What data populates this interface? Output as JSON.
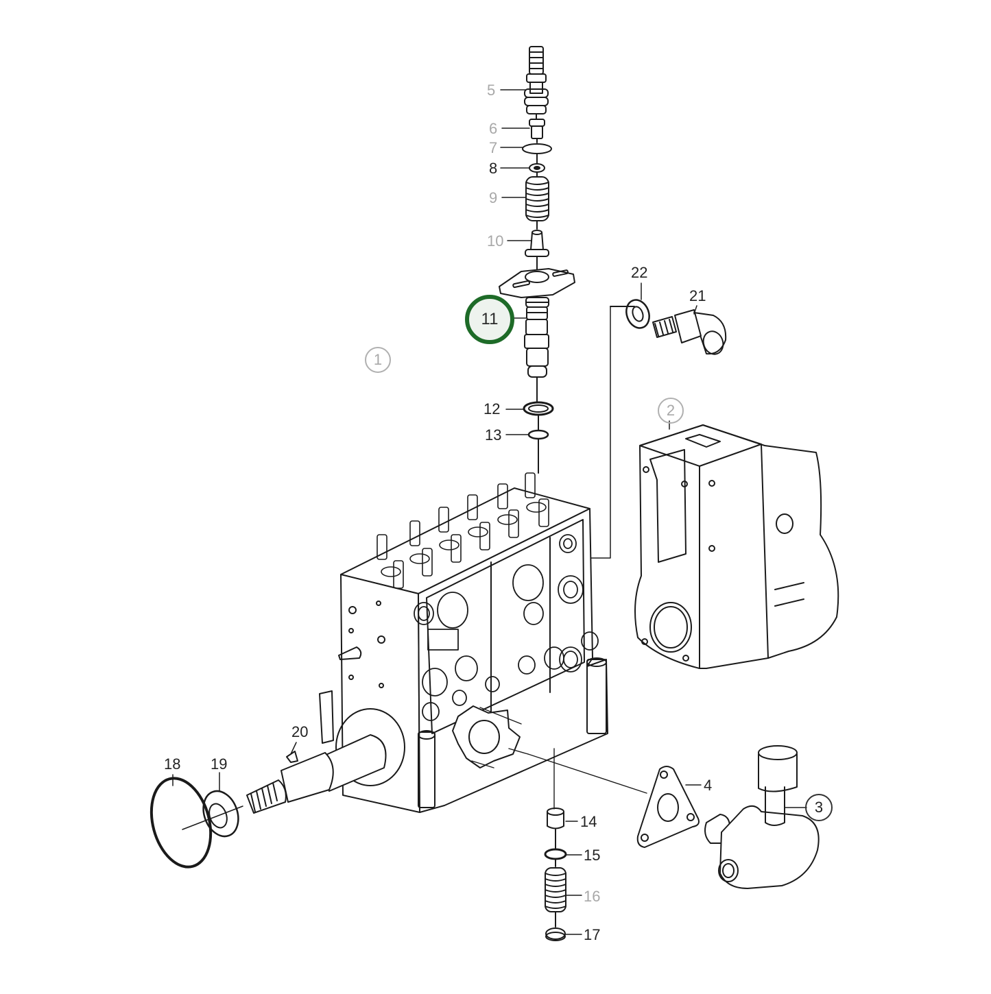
{
  "diagram": {
    "title": "Fuel injection pump exploded view",
    "highlight_color": "#1e6b28",
    "highlight_fill": "#eef3ee",
    "highlighted_callout": "11",
    "callouts": [
      {
        "id": "1",
        "label": "1",
        "style": "circled-gray",
        "part": "injection-pump-housing"
      },
      {
        "id": "2",
        "label": "2",
        "style": "circled-gray",
        "part": "governor-housing"
      },
      {
        "id": "3",
        "label": "3",
        "style": "circled-black",
        "part": "feed-pump-assembly"
      },
      {
        "id": "4",
        "label": "4",
        "style": "black",
        "part": "gasket"
      },
      {
        "id": "5",
        "label": "5",
        "style": "gray",
        "part": "delivery-valve-holder"
      },
      {
        "id": "6",
        "label": "6",
        "style": "gray",
        "part": "filler-piece"
      },
      {
        "id": "7",
        "label": "7",
        "style": "gray",
        "part": "o-ring"
      },
      {
        "id": "8",
        "label": "8",
        "style": "black",
        "part": "volume-reducer"
      },
      {
        "id": "9",
        "label": "9",
        "style": "gray",
        "part": "delivery-valve-spring"
      },
      {
        "id": "10",
        "label": "10",
        "style": "gray",
        "part": "delivery-valve"
      },
      {
        "id": "11",
        "label": "11",
        "style": "highlighted",
        "part": "pump-element-flange"
      },
      {
        "id": "12",
        "label": "12",
        "style": "black",
        "part": "sealing-washer"
      },
      {
        "id": "13",
        "label": "13",
        "style": "black",
        "part": "o-ring"
      },
      {
        "id": "14",
        "label": "14",
        "style": "black",
        "part": "tappet-cap"
      },
      {
        "id": "15",
        "label": "15",
        "style": "black",
        "part": "spring-seat"
      },
      {
        "id": "16",
        "label": "16",
        "style": "gray",
        "part": "plunger-spring"
      },
      {
        "id": "17",
        "label": "17",
        "style": "black",
        "part": "lower-spring-seat"
      },
      {
        "id": "18",
        "label": "18",
        "style": "black",
        "part": "o-ring-large"
      },
      {
        "id": "19",
        "label": "19",
        "style": "black",
        "part": "shaft-seal"
      },
      {
        "id": "20",
        "label": "20",
        "style": "black",
        "part": "woodruff-key"
      },
      {
        "id": "21",
        "label": "21",
        "style": "black",
        "part": "overflow-valve"
      },
      {
        "id": "22",
        "label": "22",
        "style": "black",
        "part": "sealing-washer"
      }
    ]
  }
}
